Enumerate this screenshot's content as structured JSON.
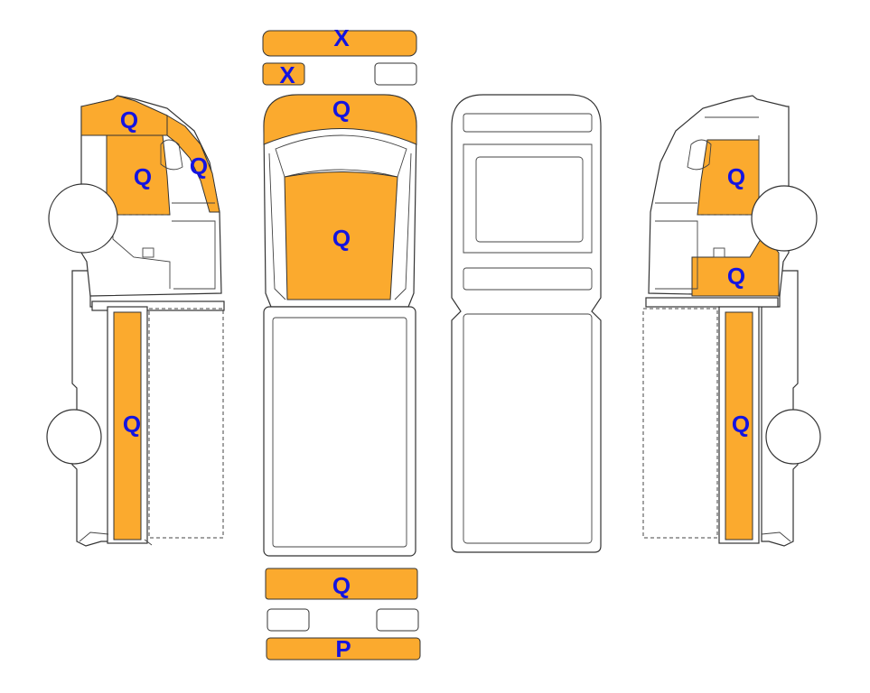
{
  "labels": {
    "top_bumper": "X",
    "top_left_light": "X",
    "top_hood": "Q",
    "top_roof": "Q",
    "top_rear_bumper": "Q",
    "top_rear_step": "P",
    "left_cab_upper": "Q",
    "left_door": "Q",
    "left_fender": "Q",
    "left_side_panel": "Q",
    "right_door": "Q",
    "right_lower_cab": "Q",
    "right_side_panel": "Q"
  },
  "colors": {
    "damaged_fill": "#FBAA2E",
    "label_text": "#1414E0",
    "outline": "#333333"
  }
}
